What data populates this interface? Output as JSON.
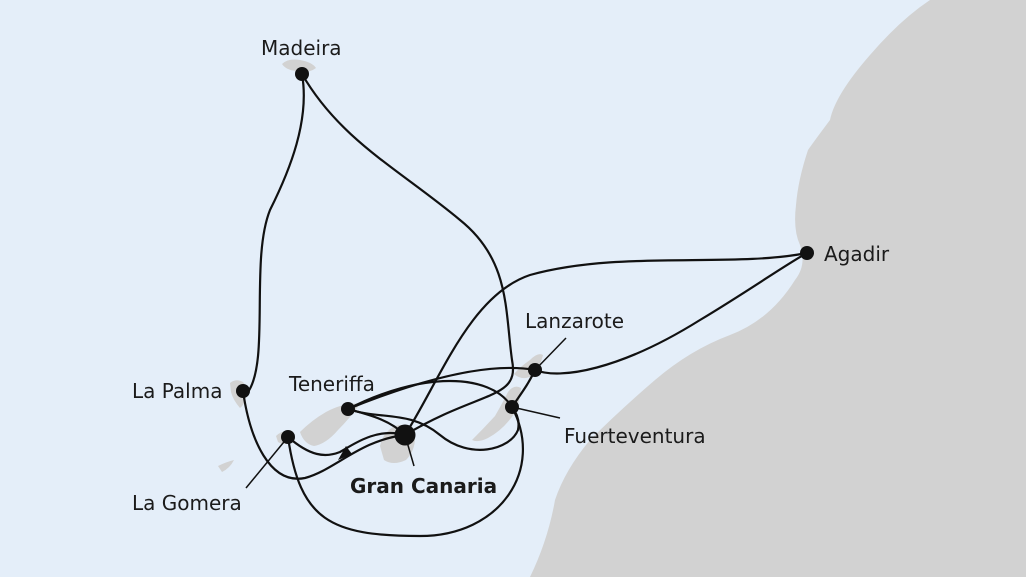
{
  "map": {
    "colors": {
      "sea": "#e4eef9",
      "land": "#d2d2d2",
      "route": "#111111",
      "port": "#111111"
    },
    "ports": {
      "madeira": "Madeira",
      "agadir": "Agadir",
      "lanzarote": "Lanzarote",
      "la_palma": "La Palma",
      "teneriffa": "Teneriffa",
      "fuerteventura": "Fuerteventura",
      "gran_canaria": "Gran Canaria",
      "la_gomera": "La Gomera"
    },
    "start_port": "Gran Canaria"
  }
}
